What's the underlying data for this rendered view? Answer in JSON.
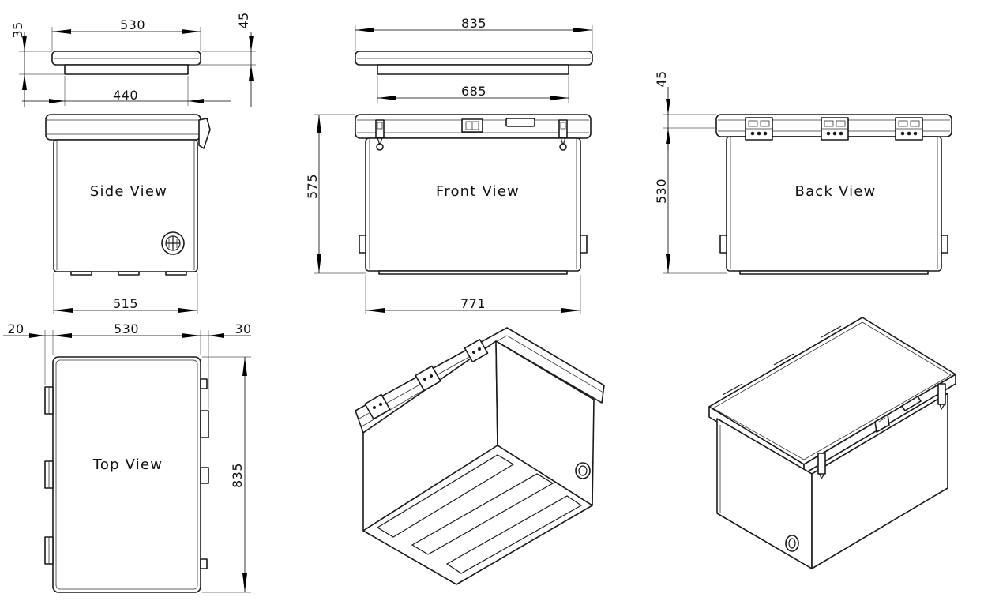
{
  "views": {
    "side": "Side View",
    "front": "Front View",
    "back": "Back View",
    "top": "Top View"
  },
  "dimensions": {
    "side_lid_width": "530",
    "side_lid_thickness": "35",
    "side_lid_total": "45",
    "side_lid_inner": "440",
    "side_base": "515",
    "front_lid_width": "835",
    "front_lid_inner": "685",
    "front_height": "575",
    "front_base": "771",
    "back_lid_height": "45",
    "back_body_height": "530",
    "top_left_offset": "20",
    "top_width": "530",
    "top_right_offset": "30",
    "top_length": "835"
  }
}
